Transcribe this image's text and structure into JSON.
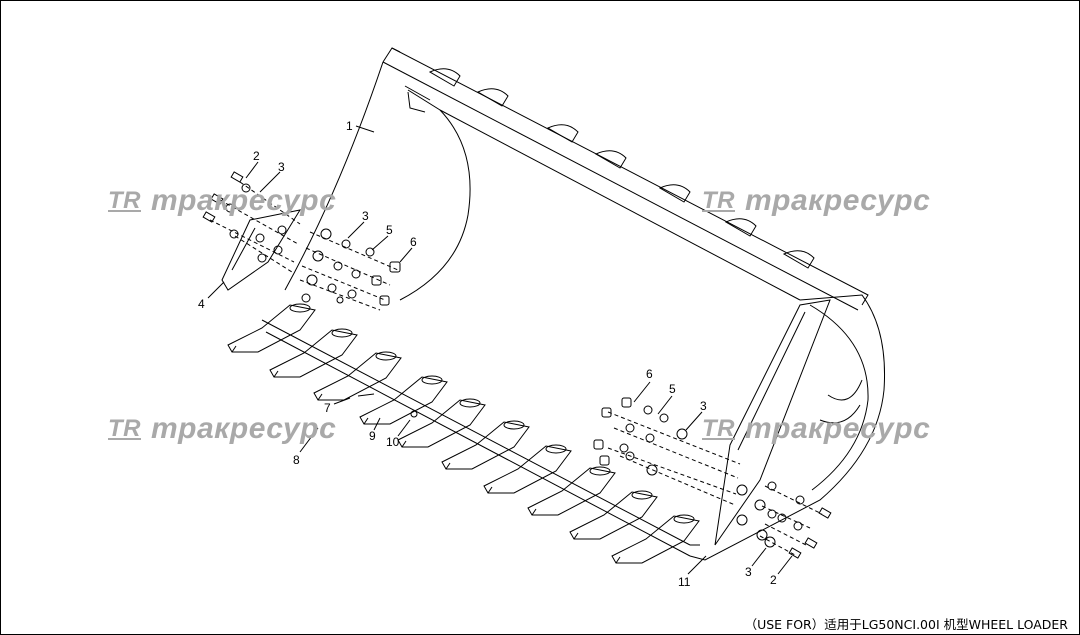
{
  "watermark": {
    "logo": "TR",
    "text": "тракресурс"
  },
  "callouts": {
    "c1": "1",
    "c2a": "2",
    "c3a": "3",
    "c3b": "3",
    "c5a": "5",
    "c6a": "6",
    "c4": "4",
    "c7": "7",
    "c8": "8",
    "c9": "9",
    "c10": "10",
    "c6b": "6",
    "c5b": "5",
    "c3c": "3",
    "c11": "11",
    "c3d": "3",
    "c2b": "2"
  },
  "caption": "（USE FOR）适用于LG50NCI.00I 机型WHEEL LOADER",
  "colors": {
    "line": "#000000",
    "watermark": "#a9a9a9",
    "background": "#ffffff"
  }
}
